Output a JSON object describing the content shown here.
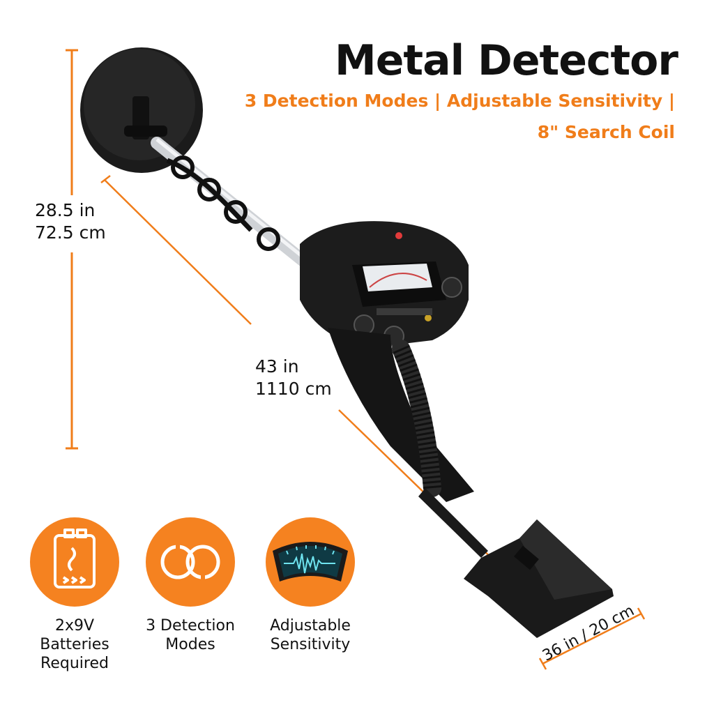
{
  "header": {
    "title": "Metal Detector",
    "subtitle_line1": "3 Detection Modes | Adjustable Sensitivity |",
    "subtitle_line2": "8\" Search Coil"
  },
  "dimensions": {
    "height_in": "28.5 in",
    "height_cm": "72.5 cm",
    "length_in": "43 in",
    "length_cm": "1110 cm",
    "stand": "36 in / 20 cm"
  },
  "features": [
    {
      "icon": "battery-icon",
      "line1": "2x9V",
      "line2": "Batteries",
      "line3": "Required"
    },
    {
      "icon": "detection-modes-icon",
      "line1": "3 Detection",
      "line2": "Modes"
    },
    {
      "icon": "sensitivity-meter-icon",
      "line1": "Adjustable",
      "line2": "Sensitivity"
    }
  ],
  "colors": {
    "accent": "#f58220",
    "subtitle": "#f07d1a",
    "product": "#1c1c1c",
    "meter_screen": "#0f3a44"
  }
}
